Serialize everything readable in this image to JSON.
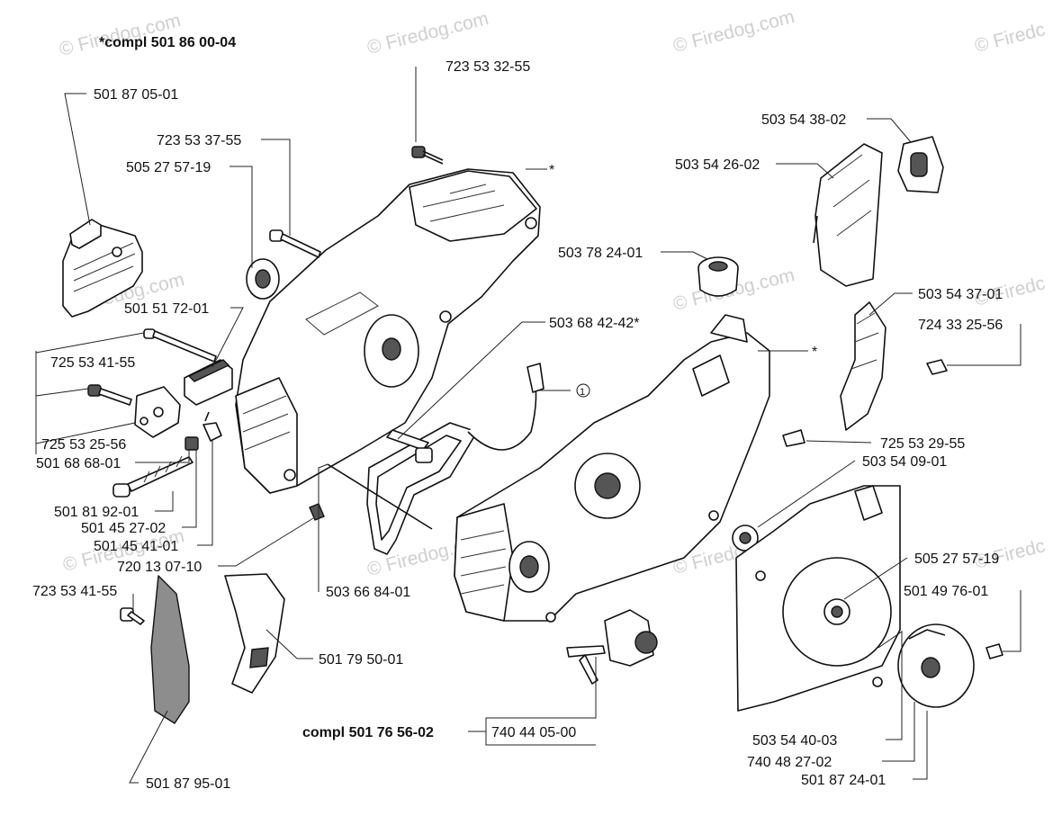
{
  "watermarks": [
    "© Firedog.com",
    "© Firedog.com",
    "© Firedog.com",
    "© Firedc",
    "© Firedog.com",
    "© Firedog.com",
    "© Firedc",
    "© Firedog.com",
    "© Firedog.com",
    "© Firedog.com",
    "© Firedc"
  ],
  "assemblies": {
    "top": "*compl 501 86 00-04",
    "bottom": "compl 501 76 56-02"
  },
  "labels": {
    "p01": "723 53 32-55",
    "p02": "501 87 05-01",
    "p03": "723 53 37-55",
    "p04": "505 27 57-19",
    "p05": "501 51 72-01",
    "p06": "725 53 41-55",
    "p07": "725 53 25-56",
    "p08": "501 68 68-01",
    "p09": "501 81 92-01",
    "p10": "501 45 27-02",
    "p11": "501 45 41-01",
    "p12": "720 13 07-10",
    "p13": "723 53 41-55",
    "p14": "501 79 50-01",
    "p15": "501 87 95-01",
    "p16": "503 66 84-01",
    "p17": "503 68 42-42*",
    "p18": "740 44 05-00",
    "p19": "503 54 38-02",
    "p20": "503 54 26-02",
    "p21": "503 78 24-01",
    "p22": "503 54 37-01",
    "p23": "724 33 25-56",
    "p24": "725 53 29-55",
    "p25": "503 54 09-01",
    "p26": "505 27 57-19",
    "p27": "501 49 76-01",
    "p28": "503 54 40-03",
    "p29": "740 48 27-02",
    "p30": "501 87 24-01"
  },
  "markers": {
    "star_a": "*",
    "star_b": "*",
    "circle_one": "1"
  }
}
